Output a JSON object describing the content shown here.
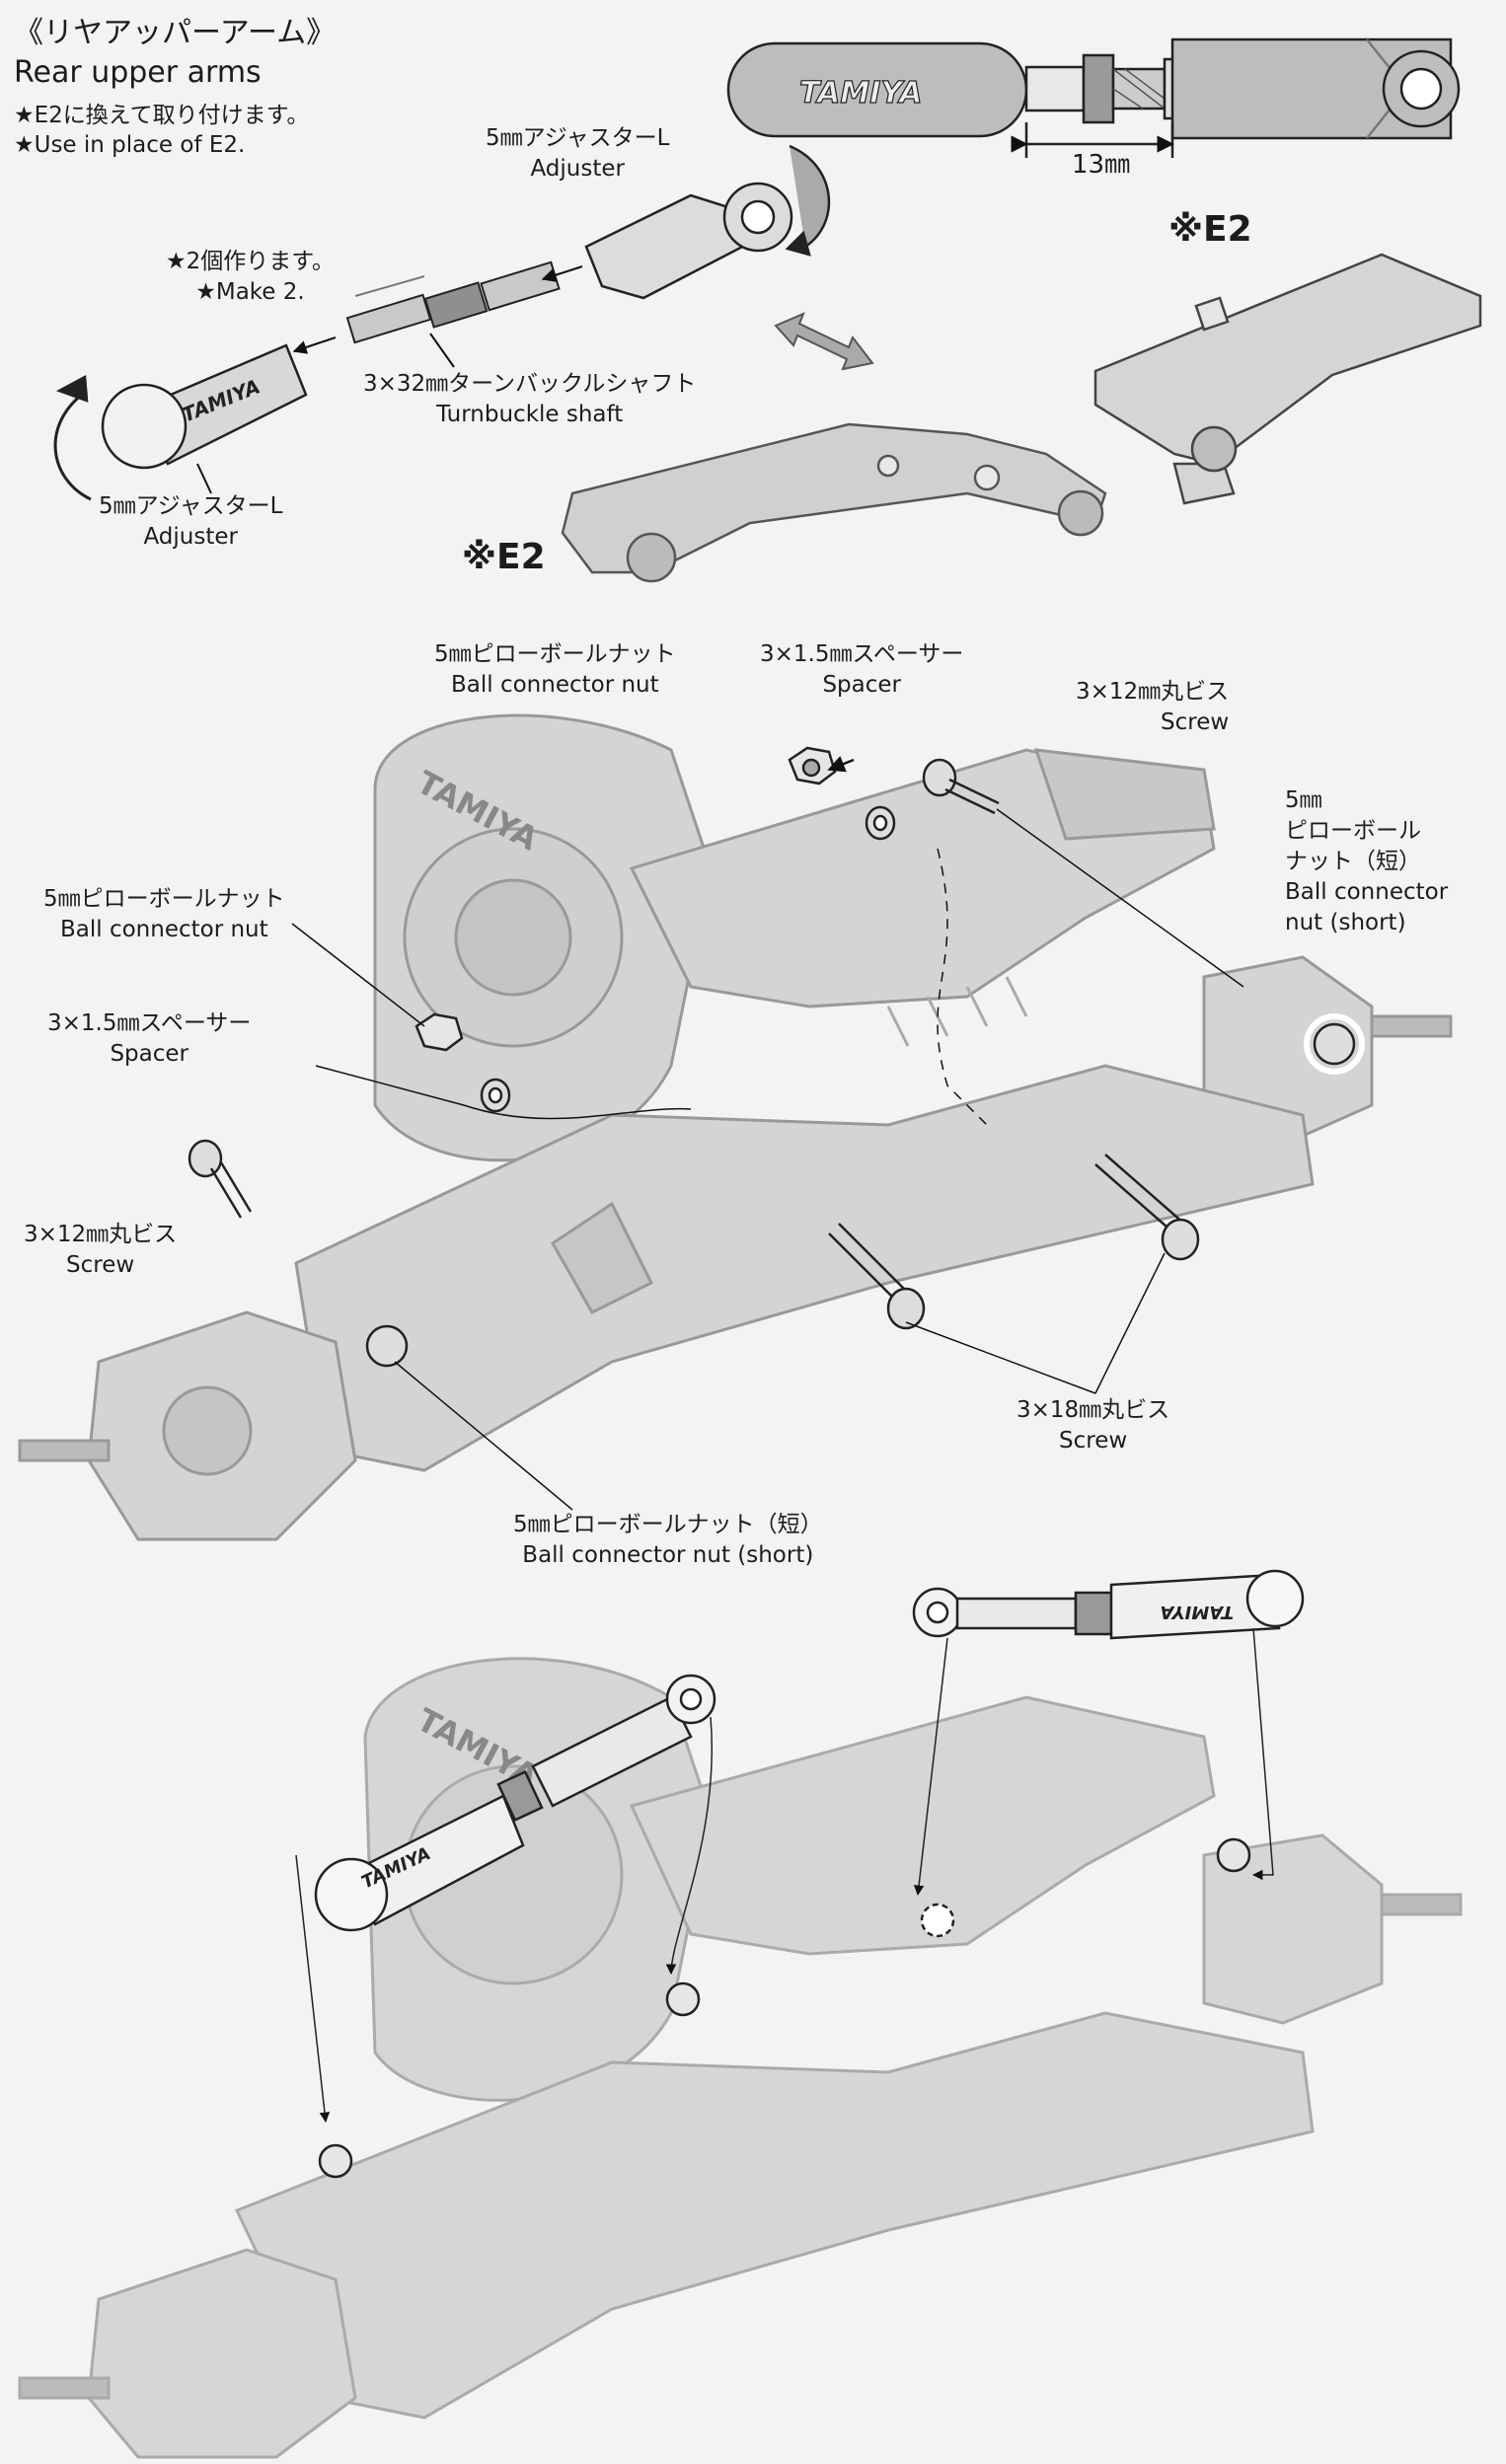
{
  "header": {
    "title_jp": "《リヤアッパーアーム》",
    "title_en": "Rear upper arms",
    "notes": [
      "★E2に換えて取り付けます。",
      "★Use in place of E2."
    ]
  },
  "step1": {
    "make_jp": "★2個作ります。",
    "make_en": "★Make 2.",
    "adjuster_top": {
      "jp": "5㎜アジャスターL",
      "en": "Adjuster"
    },
    "turnbuckle": {
      "jp": "3×32㎜ターンバックルシャフト",
      "en": "Turnbuckle shaft"
    },
    "adjuster_bottom": {
      "jp": "5㎜アジャスターL",
      "en": "Adjuster"
    },
    "brand_on_part": "TAMIYA",
    "dimension": "13㎜",
    "ref_e2_right": "※E2",
    "ref_e2_left": "※E2"
  },
  "step2": {
    "ball_nut_top": {
      "jp": "5㎜ピローボールナット",
      "en": "Ball connector nut"
    },
    "spacer_top": {
      "jp": "3×1.5㎜スペーサー",
      "en": "Spacer"
    },
    "screw_top": {
      "jp": "3×12㎜丸ビス",
      "en": "Screw"
    },
    "ball_nut_short_right": {
      "jp1": "5㎜",
      "jp2": "ピローボール",
      "jp3": "ナット（短）",
      "en1": "Ball connector",
      "en2": "nut (short)"
    },
    "ball_nut_left": {
      "jp": "5㎜ピローボールナット",
      "en": "Ball connector nut"
    },
    "spacer_left": {
      "jp": "3×1.5㎜スペーサー",
      "en": "Spacer"
    },
    "screw_left": {
      "jp": "3×12㎜丸ビス",
      "en": "Screw"
    },
    "screw_18": {
      "jp": "3×18㎜丸ビス",
      "en": "Screw"
    },
    "ball_nut_short_bottom": {
      "jp": "5㎜ピローボールナット（短）",
      "en": "Ball connector nut (short)"
    },
    "gear_cover_brand": "TAMIYA"
  },
  "step3": {
    "gear_cover_brand": "TAMIYA",
    "turnbuckle_brand": "TAMIYA"
  }
}
